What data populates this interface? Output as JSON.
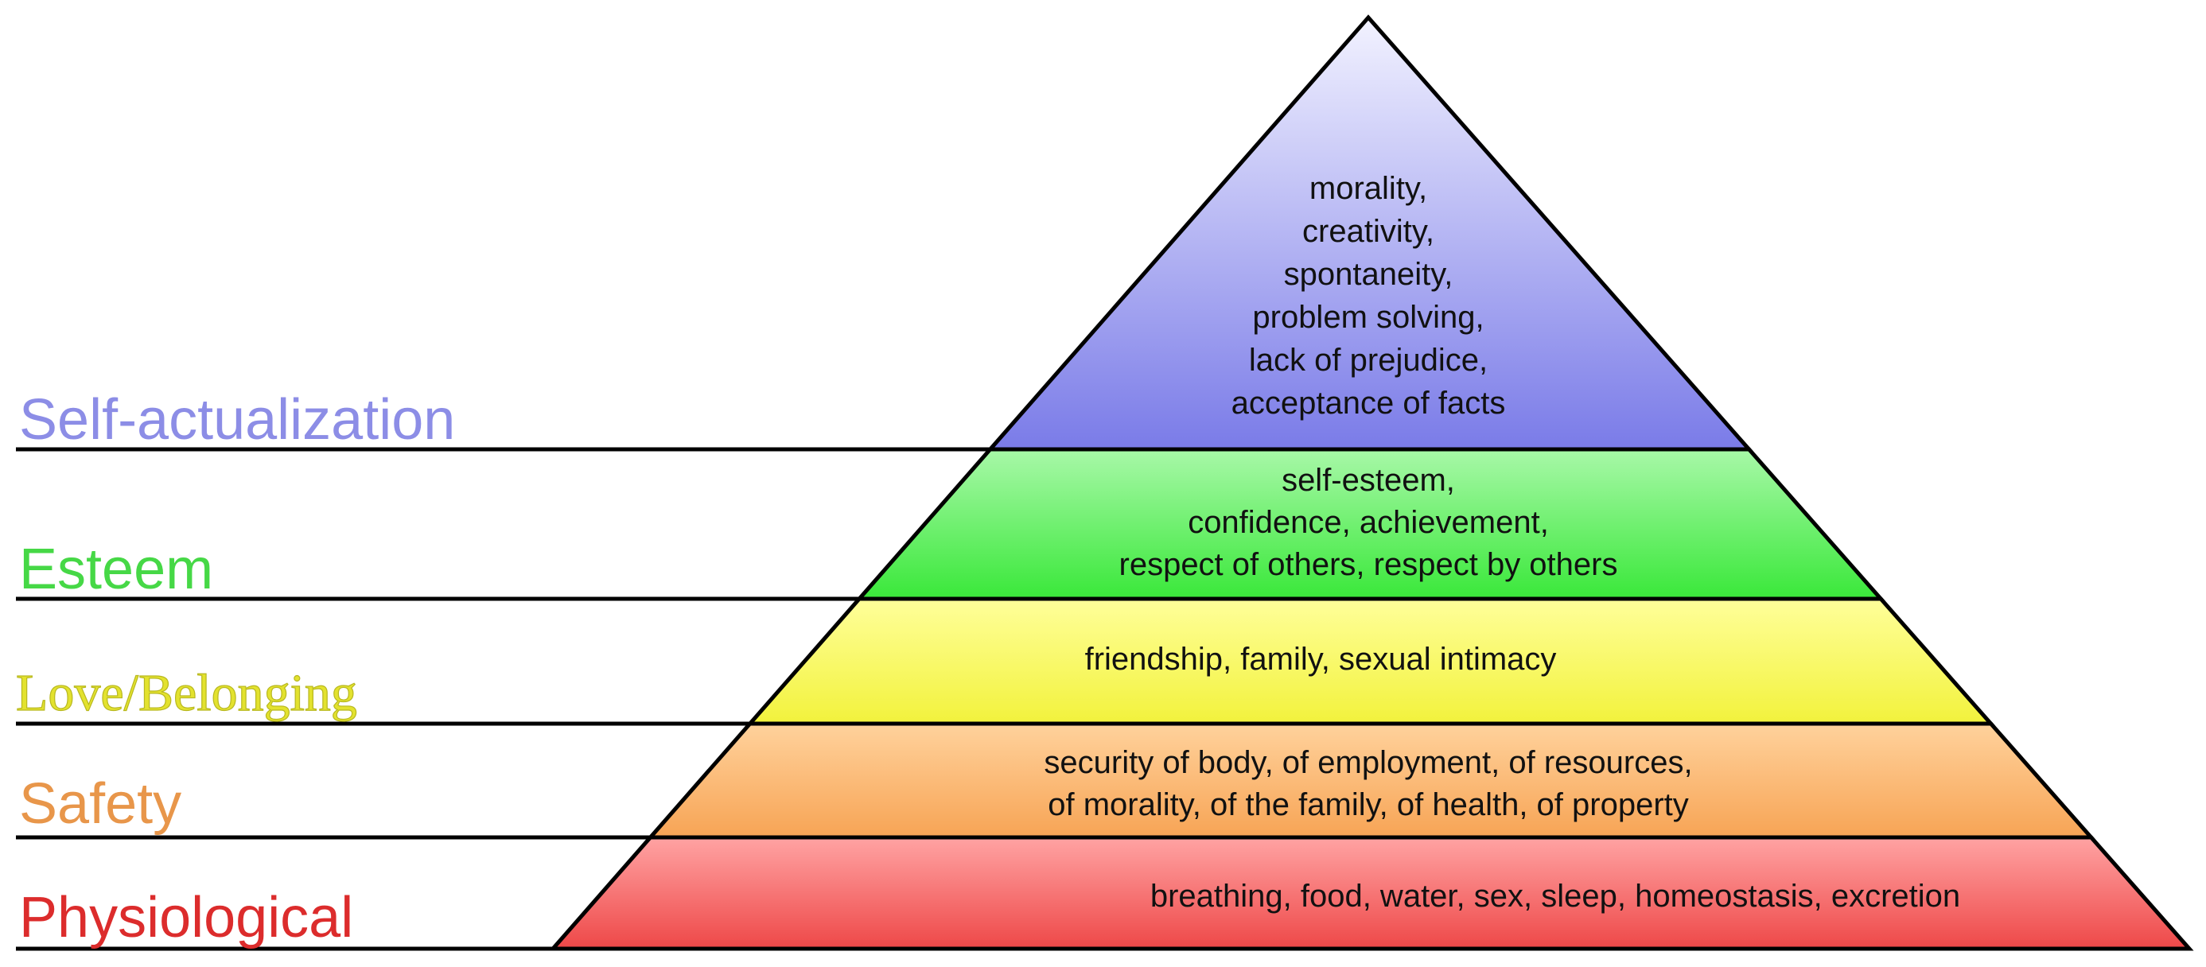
{
  "levels": [
    {
      "id": "self-actualization",
      "label": "Self-actualization",
      "label_color": "#8c8de6",
      "fill_top": "#f2f2ff",
      "fill_bottom": "#7a7be8",
      "lines": [
        "morality,",
        "creativity,",
        "spontaneity,",
        "problem solving,",
        "lack of prejudice,",
        "acceptance of facts"
      ]
    },
    {
      "id": "esteem",
      "label": "Esteem",
      "label_color": "#46d846",
      "fill_top": "#a8f8a8",
      "fill_bottom": "#3ae83a",
      "lines": [
        "self-esteem,",
        "confidence, achievement,",
        "respect of others, respect by others"
      ]
    },
    {
      "id": "love-belonging",
      "label": "Love/Belonging",
      "label_color": "#e3e22e",
      "fill_top": "#ffff9a",
      "fill_bottom": "#f2f23c",
      "lines": [
        "friendship, family, sexual intimacy"
      ]
    },
    {
      "id": "safety",
      "label": "Safety",
      "label_color": "#e8964a",
      "fill_top": "#ffd29c",
      "fill_bottom": "#f7a455",
      "lines": [
        "security of body, of employment, of resources,",
        "of morality, of the family, of health, of property"
      ]
    },
    {
      "id": "physiological",
      "label": "Physiological",
      "label_color": "#dc2c2c",
      "fill_top": "#ffa3a3",
      "fill_bottom": "#ee4848",
      "lines": [
        "breathing, food, water, sex, sleep, homeostasis, excretion"
      ]
    }
  ]
}
